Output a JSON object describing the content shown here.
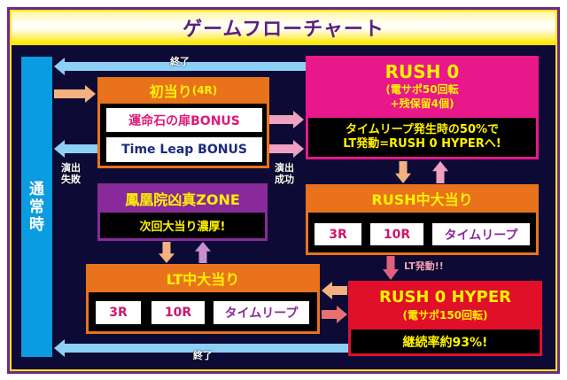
{
  "title": "ゲームフローチャート",
  "normal_state": [
    "通",
    "常",
    "時"
  ],
  "labels": {
    "end_top": "終了",
    "end_bottom": "終了",
    "fail": [
      "演出",
      "失敗"
    ],
    "success": [
      "演出",
      "成功"
    ],
    "lt_trigger": "LT発動!!"
  },
  "first_hit": {
    "title": "初当り",
    "rounds": "(4R)",
    "bonus1": "運命石の扉BONUS",
    "bonus2": "Time Leap BONUS"
  },
  "rush0": {
    "title": "RUSH 0",
    "sub1": "(電サポ50回転",
    "sub2": "+残保留4個)",
    "note1": "タイムリープ発生時の50%で",
    "note2": "LT発動=RUSH 0 HYPERへ!"
  },
  "zone": {
    "title": "鳳凰院凶真ZONE",
    "note": "次回大当り濃厚!"
  },
  "rush_hit": {
    "title": "RUSH中大当り",
    "options": [
      "3R",
      "10R",
      "タイムリープ"
    ]
  },
  "lt_hit": {
    "title": "LT中大当り",
    "options": [
      "3R",
      "10R",
      "タイムリープ"
    ]
  },
  "hyper": {
    "title": "RUSH 0 HYPER",
    "sub": "(電サポ150回転)",
    "note": "継続率約93%!"
  }
}
